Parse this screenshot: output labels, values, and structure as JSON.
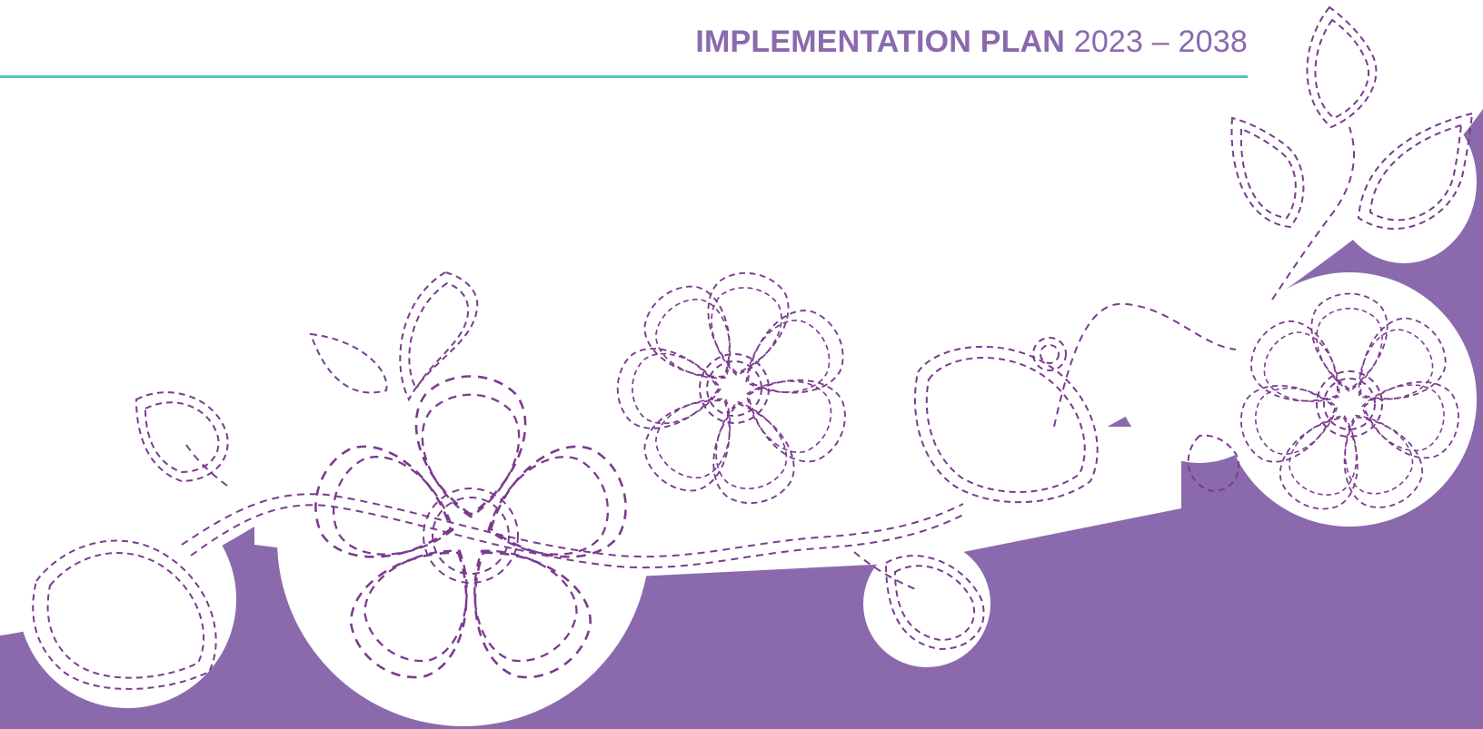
{
  "header": {
    "title_bold": "IMPLEMENTATION PLAN",
    "title_years": "2023 – 2038"
  },
  "colors": {
    "purple": "#8a6aad",
    "stitch": "#7a3b8f",
    "teal": "#5cc2b8",
    "white": "#ffffff"
  },
  "artwork": {
    "motif": "beaded floral stitch pattern",
    "icons": [
      "flower-icon",
      "leaf-icon",
      "bud-icon"
    ]
  }
}
